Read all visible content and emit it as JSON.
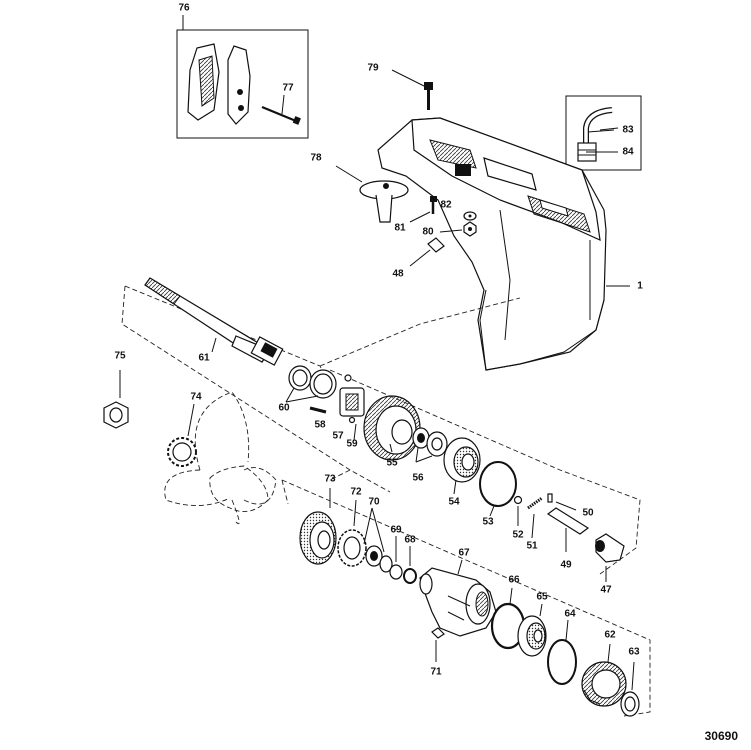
{
  "diagram": {
    "reference_number": "30690",
    "callouts": [
      "76",
      "77",
      "79",
      "78",
      "82",
      "81",
      "80",
      "48",
      "83",
      "84",
      "1",
      "61",
      "75",
      "60",
      "58",
      "57",
      "59",
      "74",
      "55",
      "56",
      "54",
      "53",
      "52",
      "51",
      "50",
      "49",
      "47",
      "73",
      "72",
      "70",
      "69",
      "68",
      "67",
      "66",
      "65",
      "64",
      "71",
      "62",
      "63"
    ]
  }
}
